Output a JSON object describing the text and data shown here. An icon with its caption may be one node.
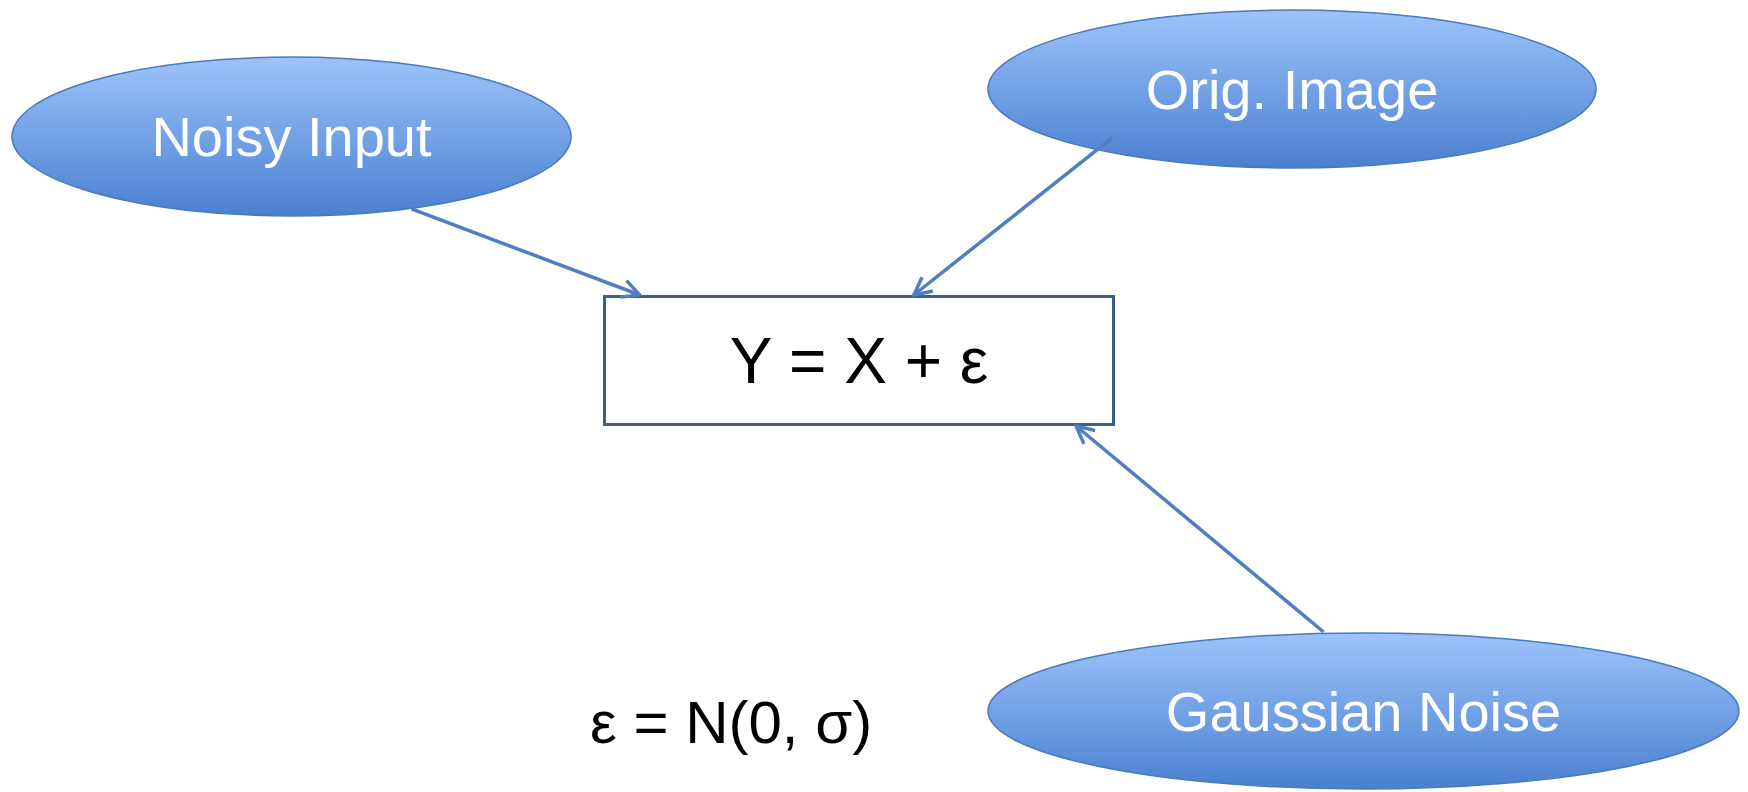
{
  "diagram": {
    "nodes": [
      {
        "text": [
          "Noisy Input"
        ]
      },
      {
        "text": [
          "Orig. Image"
        ]
      },
      {
        "text": [
          "Y = X + ε"
        ]
      },
      {
        "text": [
          "Gaussian Noise"
        ]
      }
    ],
    "edges": [
      {
        "from": 0,
        "to": 2,
        "arrow": "to"
      },
      {
        "from": 1,
        "to": 2,
        "arrow": "to"
      },
      {
        "from": 3,
        "to": 2,
        "arrow": "to"
      }
    ],
    "labels": [
      "ε = N(0, σ)"
    ]
  }
}
